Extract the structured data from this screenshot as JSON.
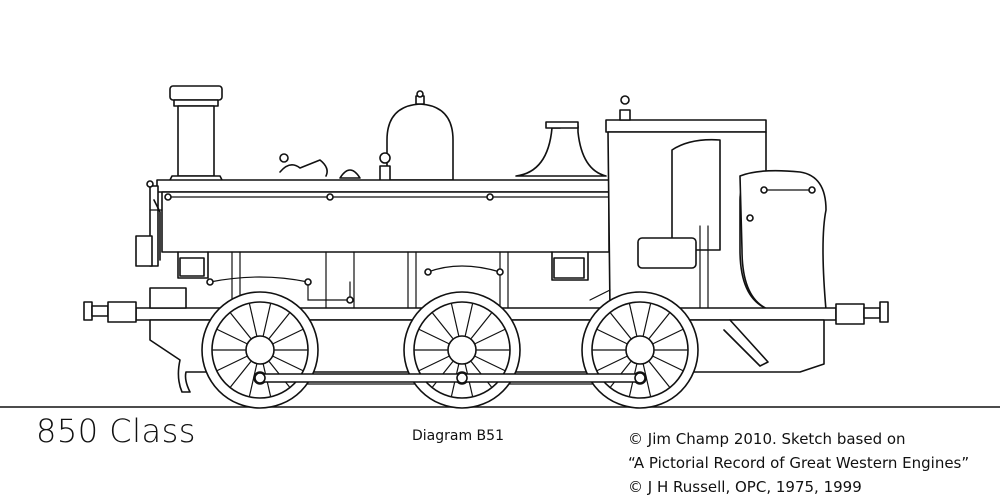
{
  "drawing": {
    "title": "850 Class",
    "diagram": "Diagram B51",
    "credits": [
      "© Jim Champ 2010. Sketch based on",
      "“A Pictorial Record of Great Western Engines”",
      "© J H Russell, OPC, 1975, 1999"
    ]
  },
  "colors": {
    "line": "#111111",
    "paper": "#ffffff"
  }
}
